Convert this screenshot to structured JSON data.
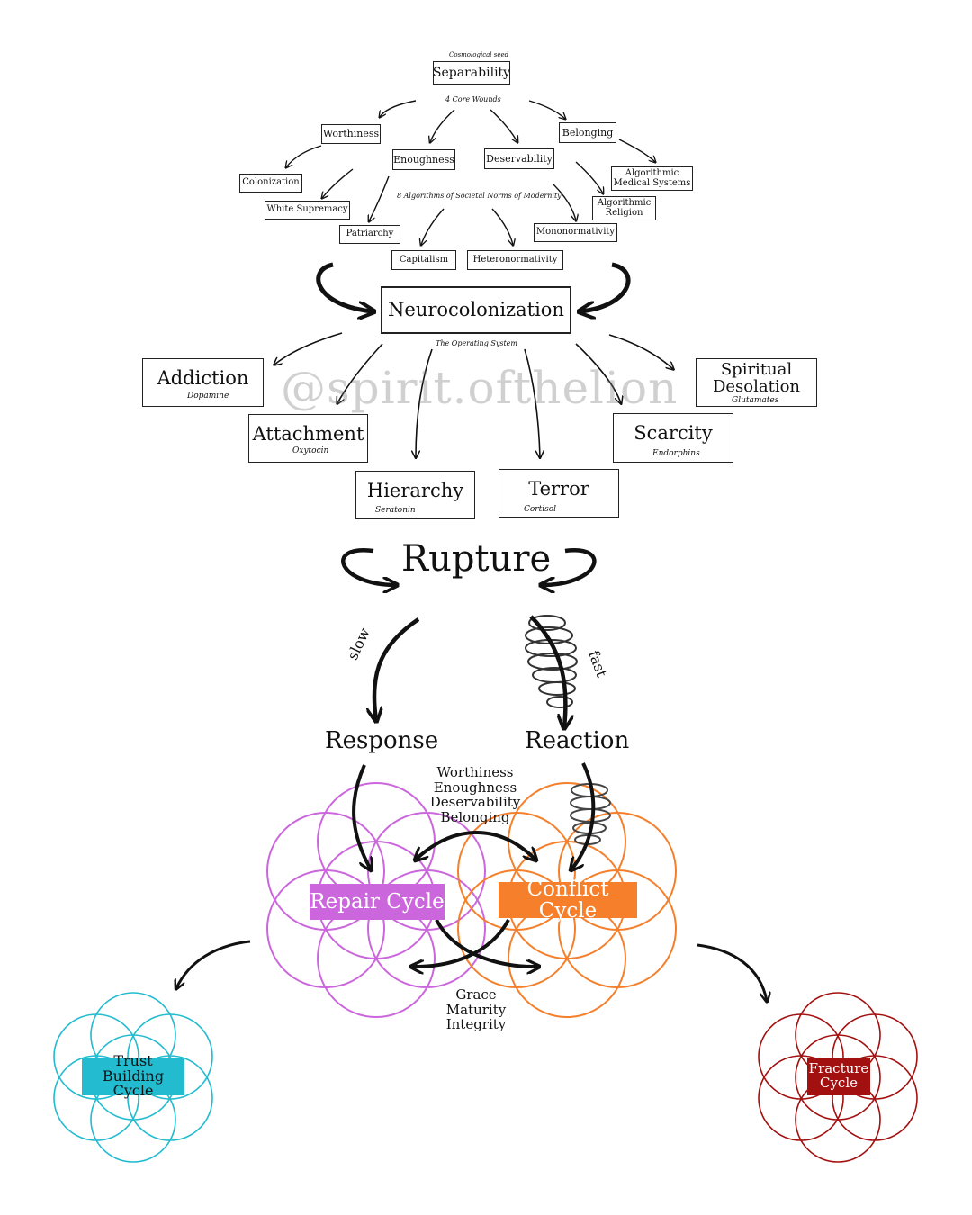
{
  "top": {
    "seed_note": "Cosmological seed",
    "seed": "Separability",
    "wounds_note": "4 Core Wounds",
    "wounds": [
      "Worthiness",
      "Enoughness",
      "Deservability",
      "Belonging"
    ],
    "algorithms_note": "8 Algorithms of Societal Norms of Modernity",
    "algorithms": [
      "Colonization",
      "White Supremacy",
      "Patriarchy",
      "Capitalism",
      "Heteronormativity",
      "Mononormativity",
      "Algorithmic Religion",
      "Algorithmic Medical  Systems"
    ]
  },
  "center": {
    "title": "Neurocolonization",
    "subtitle": "The Operating System"
  },
  "outcomes": [
    {
      "name": "Addiction",
      "chemical": "Dopamine"
    },
    {
      "name": "Attachment",
      "chemical": "Oxytocin"
    },
    {
      "name": "Hierarchy",
      "chemical": "Seratonin"
    },
    {
      "name": "Terror",
      "chemical": "Cortisol"
    },
    {
      "name": "Scarcity",
      "chemical": "Endorphins"
    },
    {
      "name": "Spiritual Desolation",
      "chemical": "Glutamates"
    }
  ],
  "watermark": "@spirit.ofthelion",
  "rupture": "Rupture",
  "speeds": {
    "slow": "slow",
    "fast": "fast"
  },
  "responses": {
    "response": "Response",
    "reaction": "Reaction"
  },
  "wounds_list": [
    "Worthiness",
    "Enoughness",
    "Deservability",
    "Belonging"
  ],
  "cycles": {
    "repair": "Repair Cycle",
    "conflict": "Conflict Cycle",
    "trust": "Trust Building Cycle",
    "fracture": "Fracture Cycle"
  },
  "virtues": [
    "Grace",
    "Maturity",
    "Integrity"
  ],
  "colors": {
    "repair": "#cc66dd",
    "conflict": "#f57f2b",
    "trust": "#22bbd0",
    "fracture": "#a31010",
    "ink": "#111111"
  }
}
